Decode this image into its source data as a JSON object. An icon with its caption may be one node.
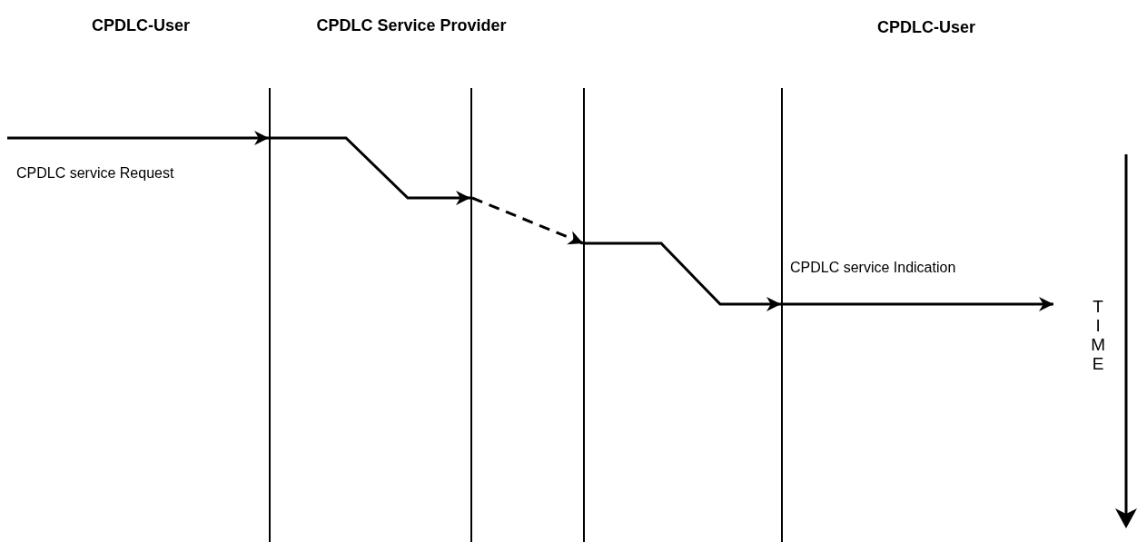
{
  "diagram": {
    "nodes": [
      {
        "text": [],
        "shape": "bar"
      },
      {
        "text": [],
        "shape": "bar"
      },
      {
        "text": [],
        "shape": "bar"
      },
      {
        "text": [],
        "shape": "bar"
      }
    ],
    "edges": [
      {
        "from": null,
        "to": 0,
        "arrow": "to",
        "label": "CPDLC service Request"
      },
      {
        "from": 0,
        "to": 1,
        "arrow": "to"
      },
      {
        "from": 1,
        "to": 2,
        "arrow": "to",
        "style": "dashed"
      },
      {
        "from": 2,
        "to": 3,
        "arrow": "to"
      },
      {
        "from": 3,
        "to": null,
        "arrow": "to",
        "label": "CPDLC service Indication"
      }
    ],
    "labels": [
      "CPDLC-User",
      "CPDLC Service Provider",
      "CPDLC-User",
      "TIME"
    ]
  }
}
